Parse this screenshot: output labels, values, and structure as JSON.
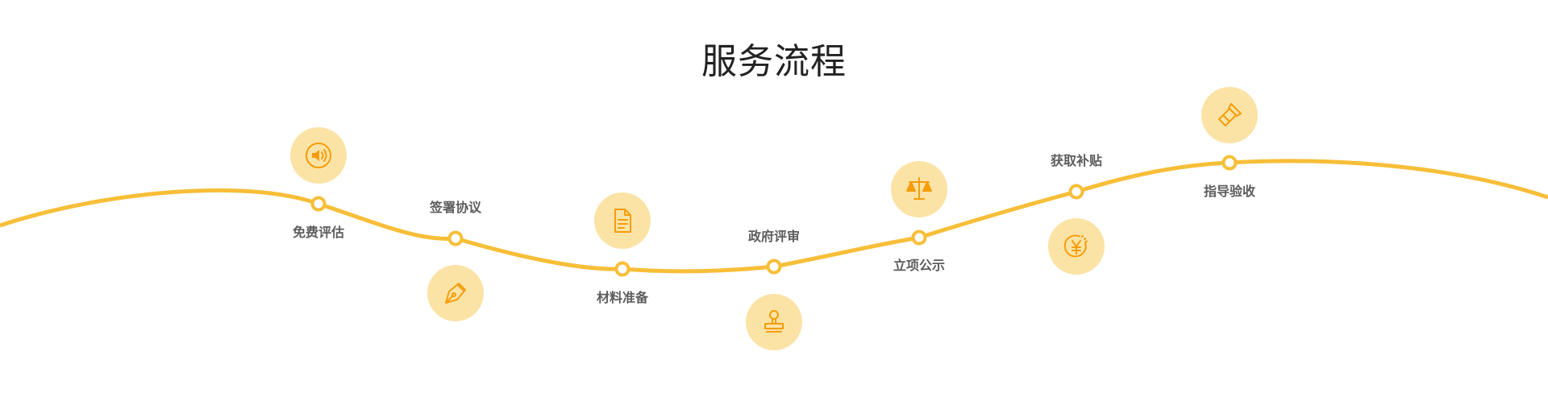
{
  "title": "服务流程",
  "colors": {
    "curve": "#f7be38",
    "node_fill": "#ffffff",
    "icon_bg": "#fbe3a6",
    "icon_stroke": "#f59d0a",
    "label": "#5c5c5c",
    "title": "#222222"
  },
  "steps": [
    {
      "label": "免费评估",
      "icon": "speaker-icon",
      "icon_side": "above"
    },
    {
      "label": "签署协议",
      "icon": "pen-nib-icon",
      "icon_side": "below"
    },
    {
      "label": "材料准备",
      "icon": "document-icon",
      "icon_side": "above"
    },
    {
      "label": "政府评审",
      "icon": "stamp-icon",
      "icon_side": "below"
    },
    {
      "label": "立项公示",
      "icon": "balance-scale-icon",
      "icon_side": "above"
    },
    {
      "label": "获取补贴",
      "icon": "yen-coin-icon",
      "icon_side": "below"
    },
    {
      "label": "指导验收",
      "icon": "flashlight-icon",
      "icon_side": "above"
    }
  ]
}
